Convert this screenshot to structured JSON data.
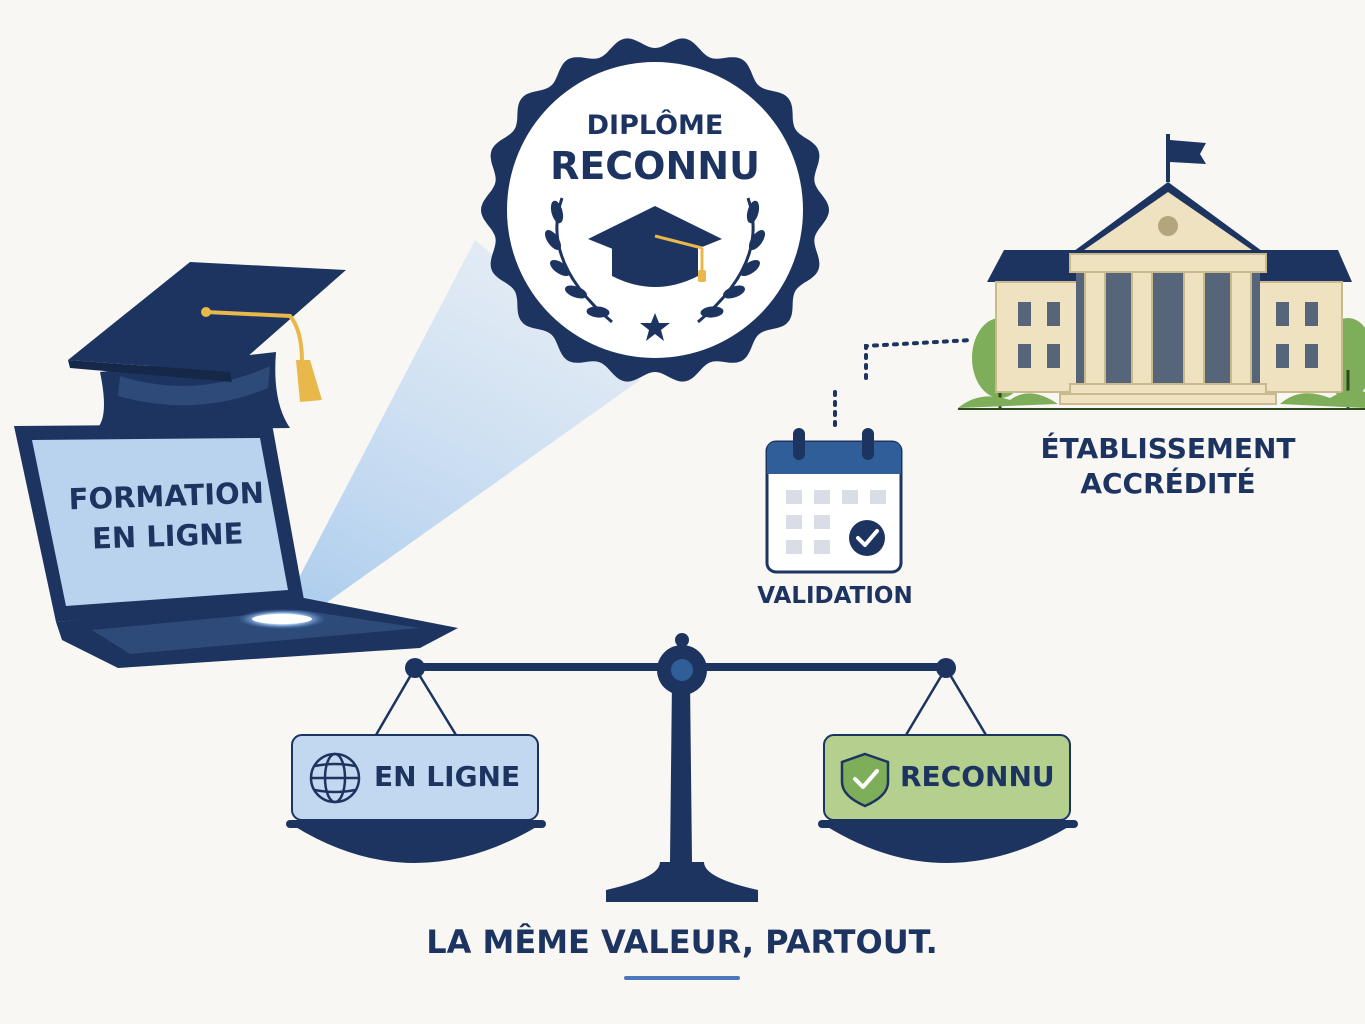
{
  "badge": {
    "line1": "DIPLÔME",
    "line2": "RECONNU"
  },
  "laptop": {
    "screen_line1": "FORMATION",
    "screen_line2": "EN LIGNE"
  },
  "institution": {
    "line1": "ÉTABLISSEMENT",
    "line2": "ACCRÉDITÉ"
  },
  "validation": {
    "label": "VALIDATION"
  },
  "scale": {
    "left_label": "EN LIGNE",
    "right_label": "RECONNU"
  },
  "tagline": "LA MÊME VALEUR, PARTOUT.",
  "icons": [
    "graduation-cap-icon",
    "laurel-icon",
    "star-icon",
    "calendar-check-icon",
    "globe-icon",
    "shield-check-icon",
    "flag-icon"
  ],
  "colors": {
    "navy": "#1d3461",
    "cap_tassel": "#e8b84a",
    "screen_blue": "#b9d3ee",
    "sign_blue": "#c2d8f0",
    "sign_green": "#b5cf8e",
    "building_wall": "#eee2c0",
    "tree_green": "#7fae5a"
  }
}
